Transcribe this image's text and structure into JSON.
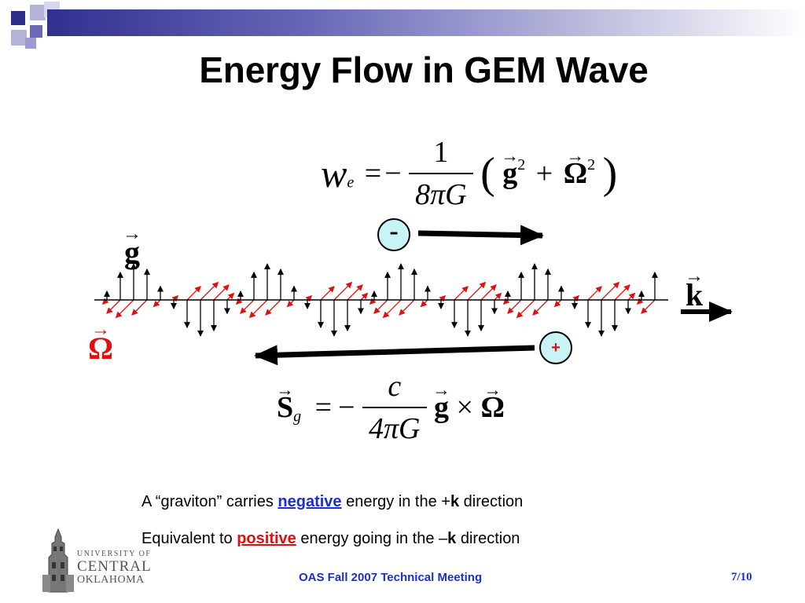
{
  "slide": {
    "title": "Energy Flow in GEM Wave",
    "colors": {
      "blue_text": "#1a2fd0",
      "red": "#e01010",
      "badge_fill": "#c8f4f6",
      "deco_dark": "#2e2e8a"
    }
  },
  "equation_top": {
    "lhs_symbol": "w",
    "lhs_sub": "e",
    "equals": "=",
    "minus": "−",
    "numerator": "1",
    "denominator": "8πG",
    "lparen": "(",
    "g": "g",
    "g_exp": "2",
    "plus": "+",
    "omega": "Ω",
    "omega_exp": "2",
    "rparen": ")"
  },
  "diagram": {
    "g_label": "g",
    "omega_label": "Ω",
    "k_label": "k",
    "minus_badge": "-",
    "plus_badge": "+"
  },
  "equation_bottom": {
    "S": "S",
    "S_sub": "g",
    "equals": "=",
    "minus": "−",
    "numerator": "c",
    "denominator": "4πG",
    "g": "g",
    "times": "×",
    "omega": "Ω"
  },
  "captions": {
    "line1": {
      "pre": "A “graviton” carries ",
      "emph": "negative",
      "mid": " energy in the +",
      "k": "k",
      "post": " direction"
    },
    "line2": {
      "pre": "Equivalent to ",
      "emph": "positive",
      "mid": " energy going in the –",
      "k": "k",
      "post": " direction"
    }
  },
  "logo": {
    "line1": "UNIVERSITY OF",
    "line2": "CENTRAL",
    "line3": "OKLAHOMA",
    "icon": "tower-icon"
  },
  "footer": {
    "center": "OAS Fall 2007 Technical Meeting",
    "page": "7/10"
  }
}
